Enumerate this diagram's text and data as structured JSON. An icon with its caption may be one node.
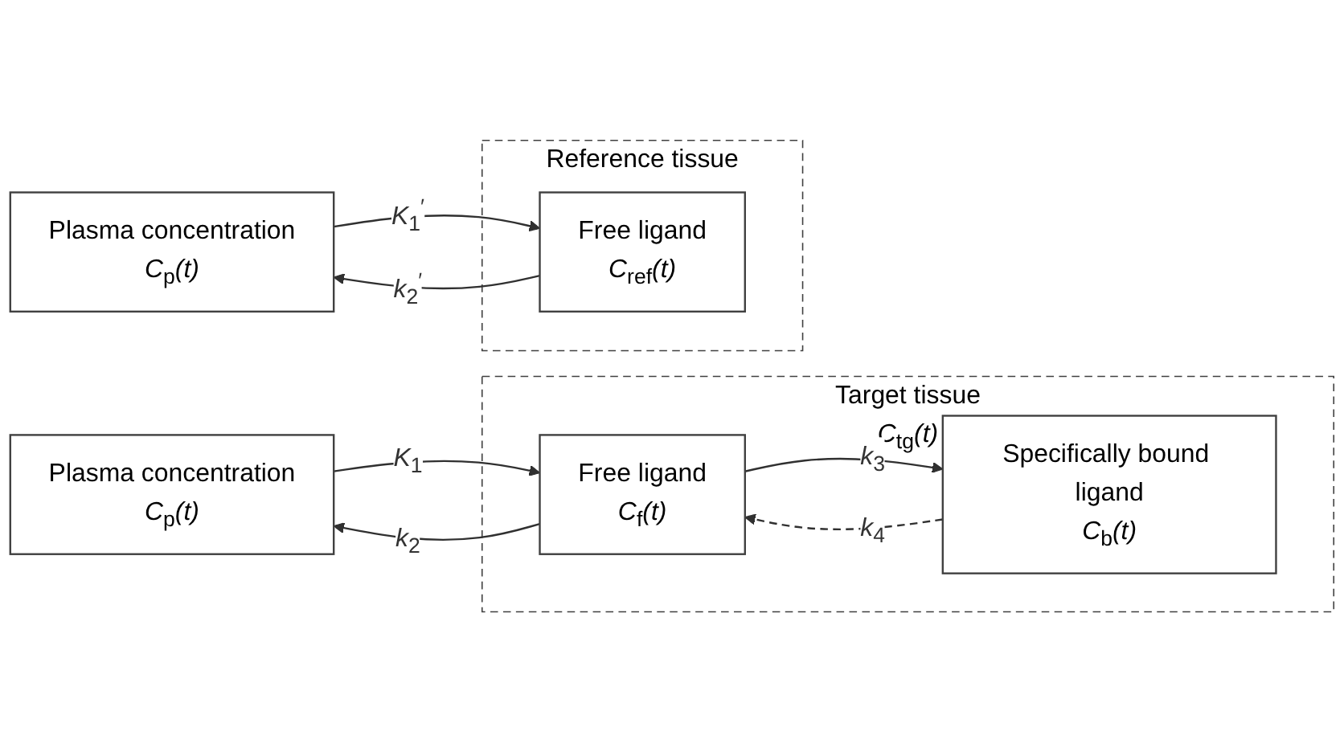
{
  "diagram": {
    "nodes": [
      {
        "text": [
          "Plasma concentration",
          "*C*$_{p}$*(t)*"
        ]
      },
      {
        "text": [
          "Target tissue",
          "*C*$_{tg}$*(t)*"
        ]
      },
      {
        "text": [
          "Free ligand",
          "*C*$_{f}$*(t)*"
        ],
        "in": 1
      },
      {
        "text": [
          "Specifically bound ligand",
          "*C*$_{b}$*(t)*"
        ],
        "in": 1
      },
      {
        "text": [
          "Plasma concentration",
          "*C*$_{p}$*(t)*"
        ]
      },
      {
        "text": [
          "Reference tissue"
        ]
      },
      {
        "text": [
          "Free ligand",
          "*C*$_{ref}$*(t)*"
        ],
        "in": 5
      }
    ],
    "edges": [
      {
        "from": 0,
        "to": 2,
        "arrow": "to",
        "label": "*K*$_{1}$"
      },
      {
        "from": 2,
        "to": 0,
        "arrow": "to",
        "label": "*k*$_{2}$"
      },
      {
        "from": 2,
        "to": 3,
        "arrow": "to",
        "label": "*k*$_{3}$"
      },
      {
        "from": 3,
        "to": 2,
        "arrow": "to",
        "label": "*k*$_{4}$",
        "style": "dashed"
      },
      {
        "from": 4,
        "to": 6,
        "arrow": "to",
        "label": "*K*$_{1}$$^{′}$"
      },
      {
        "from": 6,
        "to": 4,
        "arrow": "to",
        "label": "*k*$_{2}$$^{′}$"
      }
    ]
  }
}
